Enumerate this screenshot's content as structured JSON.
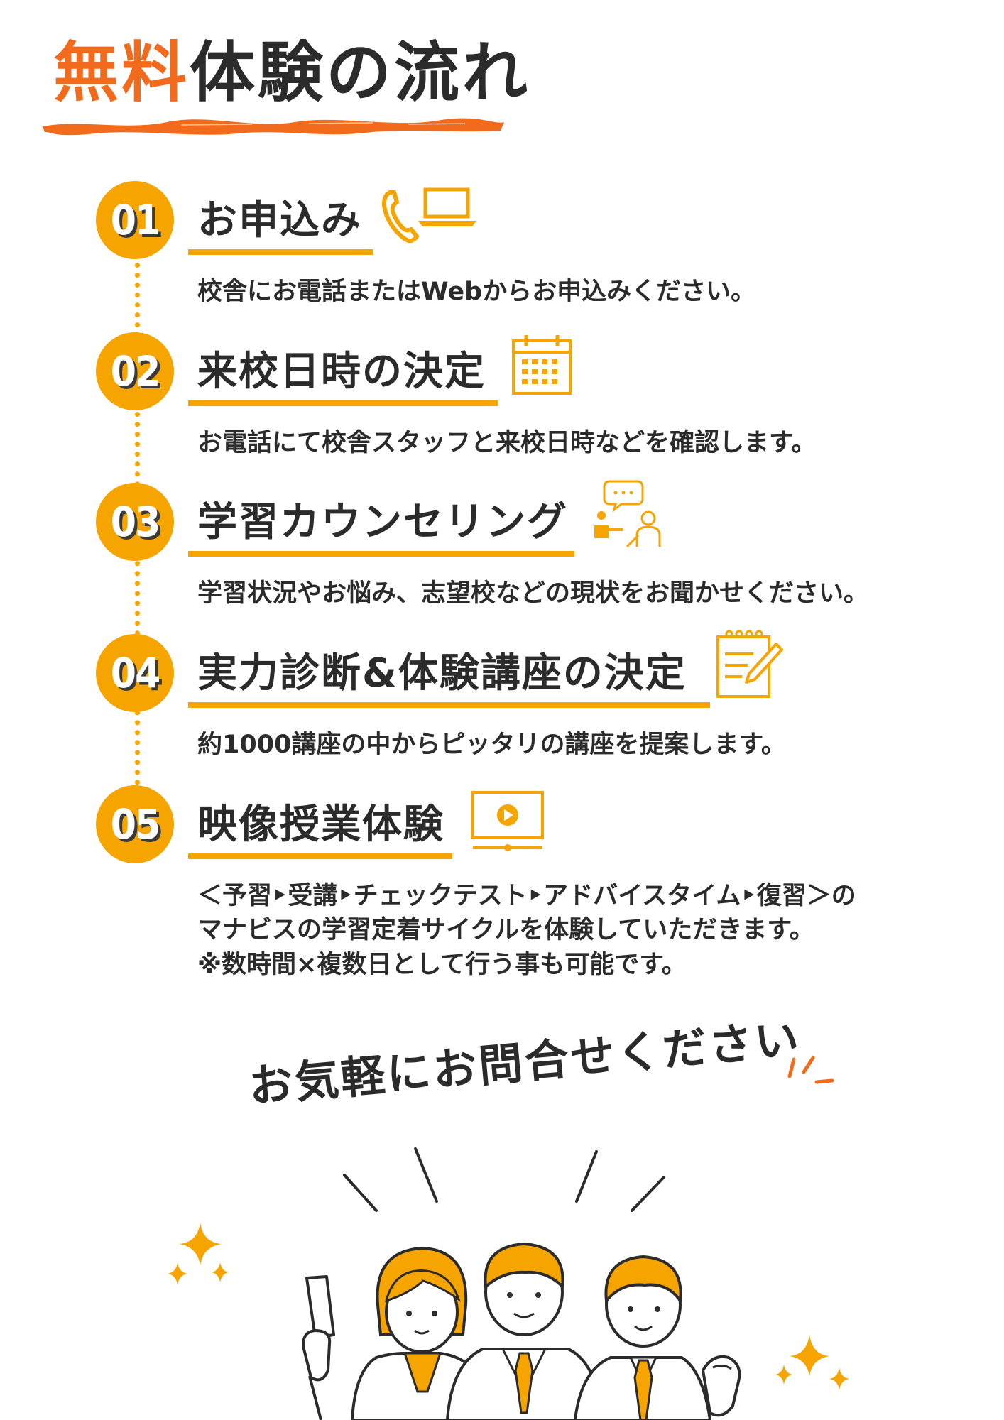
{
  "title": {
    "accent": "無料",
    "rest": "体験の流れ"
  },
  "steps": [
    {
      "number": "01",
      "title": "お申込み",
      "desc_lines": [
        "校舎にお電話またはWebからお申込みください。"
      ]
    },
    {
      "number": "02",
      "title": "来校日時の決定",
      "desc_lines": [
        "お電話にて校舎スタッフと来校日時などを確認します。"
      ]
    },
    {
      "number": "03",
      "title": "学習カウンセリング",
      "desc_lines": [
        "学習状況やお悩み、志望校などの現状をお聞かせください。"
      ]
    },
    {
      "number": "04",
      "title": "実力診断&体験講座の決定",
      "desc_lines": [
        "約1000講座の中からピッタリの講座を提案します。"
      ]
    },
    {
      "number": "05",
      "title": "映像授業体験",
      "desc_lines": [
        "＜予習‣受講‣チェックテスト‣アドバイスタイム‣復習＞の",
        "マナビスの学習定着サイクルを体験していただきます。",
        "※数時間×複数日として行う事も可能です。"
      ]
    }
  ],
  "icons": {
    "step1": [
      "phone-icon",
      "laptop-icon"
    ],
    "step2": [
      "calendar-icon"
    ],
    "step3": [
      "counseling-icon"
    ],
    "step4": [
      "notepad-pen-icon"
    ],
    "step5": [
      "video-play-icon"
    ]
  },
  "cta": {
    "text": "お気軽にお問合せください"
  },
  "colors": {
    "accent_orange": "#f26b1d",
    "badge_yellow": "#f6a400",
    "text": "#2b2b2b"
  }
}
